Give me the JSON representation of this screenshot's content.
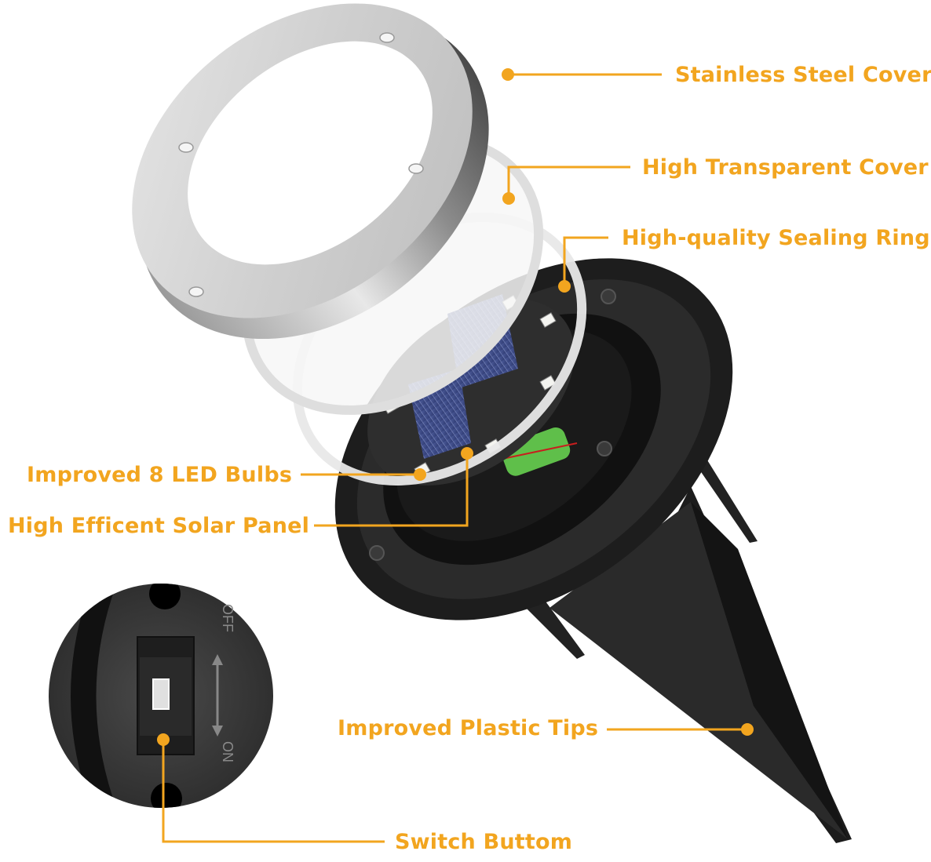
{
  "accent_color": "#f2a51f",
  "product": "Solar in-ground disk light (exploded view)",
  "callouts": [
    {
      "id": "stainless-steel-cover",
      "label": "Stainless Steel Cover"
    },
    {
      "id": "high-transparent-cover",
      "label": "High Transparent Cover"
    },
    {
      "id": "sealing-ring",
      "label": "High-quality Sealing Ring"
    },
    {
      "id": "led-bulbs",
      "label": "Improved 8 LED Bulbs"
    },
    {
      "id": "solar-panel",
      "label": "High Efficent Solar Panel"
    },
    {
      "id": "plastic-tips",
      "label": "Improved Plastic Tips"
    },
    {
      "id": "switch-button",
      "label": "Switch Buttom"
    }
  ],
  "switch_detail": {
    "on_label": "ON",
    "off_label": "OFF"
  }
}
